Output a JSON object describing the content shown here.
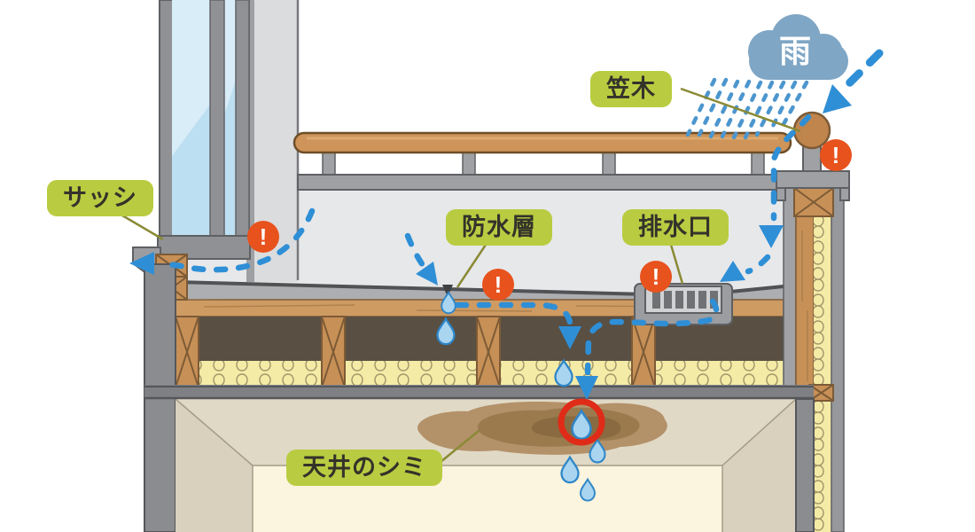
{
  "diagram": {
    "cloud_label": "雨",
    "warning_mark": "!",
    "labels": {
      "kasagi": "笠木",
      "sash": "サッシ",
      "waterproof": "防水層",
      "drain": "排水口",
      "ceiling_stain": "天井のシミ"
    },
    "colors": {
      "label_bg": "#b9cc41",
      "label_text": "#33332a",
      "leader_line": "#8a8a35",
      "water_blue": "#2f8fd6",
      "water_drop": "#a9d5f0",
      "warning": "#e8521d",
      "alert_circle_red": "#df2b18",
      "rain_cloud": "#7fa6c5",
      "wood": "#c9935c",
      "insulation": "#f4eba6",
      "stain_brown": "#a8835a"
    }
  }
}
